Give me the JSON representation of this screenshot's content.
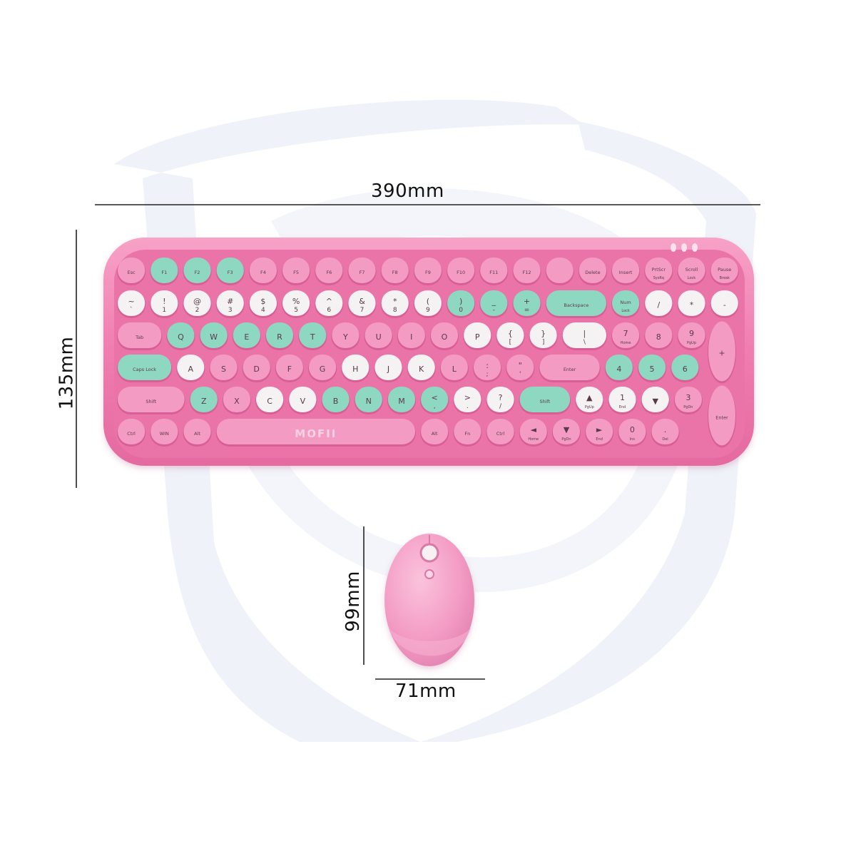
{
  "dimensions": {
    "keyboard_width": "390mm",
    "keyboard_height": "135mm",
    "mouse_height": "99mm",
    "mouse_width": "71mm"
  },
  "brand_logo": "MOFII",
  "colors": {
    "keyboard_body": "#f27fb0",
    "key_pink": "#f39bc2",
    "key_mint": "#8ed8c2",
    "key_white": "#f4f2f3",
    "watermark": "#eef2f8",
    "dimension_line": "#222222"
  },
  "keyboard": {
    "rows": [
      [
        {
          "l": "Esc",
          "s": "",
          "c": "pink"
        },
        {
          "l": "F1",
          "s": "",
          "c": "mint"
        },
        {
          "l": "F2",
          "s": "",
          "c": "mint"
        },
        {
          "l": "F3",
          "s": "",
          "c": "mint"
        },
        {
          "l": "F4",
          "s": "",
          "c": "pink"
        },
        {
          "l": "F5",
          "s": "",
          "c": "pink"
        },
        {
          "l": "F6",
          "s": "",
          "c": "pink"
        },
        {
          "l": "F7",
          "s": "",
          "c": "pink"
        },
        {
          "l": "F8",
          "s": "",
          "c": "pink"
        },
        {
          "l": "F9",
          "s": "",
          "c": "pink"
        },
        {
          "l": "F10",
          "s": "",
          "c": "pink"
        },
        {
          "l": "F11",
          "s": "",
          "c": "pink"
        },
        {
          "l": "F12",
          "s": "",
          "c": "pink"
        },
        {
          "l": "",
          "s": "",
          "c": "pink"
        },
        {
          "l": "Delete",
          "s": "",
          "c": "pink"
        },
        {
          "l": "Insert",
          "s": "",
          "c": "pink"
        },
        {
          "l": "PrtScr",
          "s": "SysRq",
          "c": "pink"
        },
        {
          "l": "Scroll",
          "s": "Lock",
          "c": "pink"
        },
        {
          "l": "Pause",
          "s": "Break",
          "c": "pink"
        }
      ],
      [
        {
          "l": "~",
          "s": "`",
          "c": "white"
        },
        {
          "l": "!",
          "s": "1",
          "c": "white"
        },
        {
          "l": "@",
          "s": "2",
          "c": "white"
        },
        {
          "l": "#",
          "s": "3",
          "c": "white"
        },
        {
          "l": "$",
          "s": "4",
          "c": "white"
        },
        {
          "l": "%",
          "s": "5",
          "c": "white"
        },
        {
          "l": "^",
          "s": "6",
          "c": "white"
        },
        {
          "l": "&",
          "s": "7",
          "c": "white"
        },
        {
          "l": "*",
          "s": "8",
          "c": "white"
        },
        {
          "l": "(",
          "s": "9",
          "c": "white"
        },
        {
          "l": ")",
          "s": "0",
          "c": "mint"
        },
        {
          "l": "_",
          "s": "-",
          "c": "mint"
        },
        {
          "l": "+",
          "s": "=",
          "c": "mint"
        },
        {
          "l": "Backspace",
          "s": "",
          "c": "mint",
          "w": 2
        },
        {
          "l": "Num",
          "s": "Lock",
          "c": "mint"
        },
        {
          "l": "/",
          "s": "",
          "c": "white"
        },
        {
          "l": "*",
          "s": "",
          "c": "white"
        },
        {
          "l": "-",
          "s": "",
          "c": "white"
        }
      ],
      [
        {
          "l": "Tab",
          "s": "",
          "c": "pink",
          "w": 1.5
        },
        {
          "l": "Q",
          "s": "",
          "c": "mint"
        },
        {
          "l": "W",
          "s": "",
          "c": "mint"
        },
        {
          "l": "E",
          "s": "",
          "c": "mint"
        },
        {
          "l": "R",
          "s": "",
          "c": "mint"
        },
        {
          "l": "T",
          "s": "",
          "c": "mint"
        },
        {
          "l": "Y",
          "s": "",
          "c": "pink"
        },
        {
          "l": "U",
          "s": "",
          "c": "pink"
        },
        {
          "l": "I",
          "s": "",
          "c": "pink"
        },
        {
          "l": "O",
          "s": "",
          "c": "pink"
        },
        {
          "l": "P",
          "s": "",
          "c": "white"
        },
        {
          "l": "{",
          "s": "[",
          "c": "white"
        },
        {
          "l": "}",
          "s": "]",
          "c": "white"
        },
        {
          "l": "|",
          "s": "\\",
          "c": "white",
          "w": 1.5
        },
        {
          "l": "7",
          "s": "Home",
          "c": "pink"
        },
        {
          "l": "8",
          "s": "",
          "c": "pink"
        },
        {
          "l": "9",
          "s": "PgUp",
          "c": "pink"
        }
      ],
      [
        {
          "l": "Caps Lock",
          "s": "",
          "c": "mint",
          "w": 1.8
        },
        {
          "l": "A",
          "s": "",
          "c": "white"
        },
        {
          "l": "S",
          "s": "",
          "c": "pink"
        },
        {
          "l": "D",
          "s": "",
          "c": "pink"
        },
        {
          "l": "F",
          "s": "",
          "c": "pink"
        },
        {
          "l": "G",
          "s": "",
          "c": "pink"
        },
        {
          "l": "H",
          "s": "",
          "c": "white"
        },
        {
          "l": "J",
          "s": "",
          "c": "white"
        },
        {
          "l": "K",
          "s": "",
          "c": "white"
        },
        {
          "l": "L",
          "s": "",
          "c": "pink"
        },
        {
          "l": ":",
          "s": ";",
          "c": "pink"
        },
        {
          "l": "\"",
          "s": "'",
          "c": "pink"
        },
        {
          "l": "Enter",
          "s": "",
          "c": "pink",
          "w": 2
        },
        {
          "l": "4",
          "s": "",
          "c": "mint"
        },
        {
          "l": "5",
          "s": "",
          "c": "mint"
        },
        {
          "l": "6",
          "s": "",
          "c": "mint"
        }
      ],
      [
        {
          "l": "Shift",
          "s": "",
          "c": "pink",
          "w": 2.2
        },
        {
          "l": "Z",
          "s": "",
          "c": "mint"
        },
        {
          "l": "X",
          "s": "",
          "c": "pink"
        },
        {
          "l": "C",
          "s": "",
          "c": "white"
        },
        {
          "l": "V",
          "s": "",
          "c": "white"
        },
        {
          "l": "B",
          "s": "",
          "c": "mint"
        },
        {
          "l": "N",
          "s": "",
          "c": "mint"
        },
        {
          "l": "M",
          "s": "",
          "c": "mint"
        },
        {
          "l": "<",
          "s": ",",
          "c": "mint"
        },
        {
          "l": ">",
          "s": ".",
          "c": "white"
        },
        {
          "l": "?",
          "s": "/",
          "c": "white"
        },
        {
          "l": "Shift",
          "s": "",
          "c": "mint",
          "w": 1.7
        },
        {
          "l": "▲",
          "s": "PgUp",
          "c": "white"
        },
        {
          "l": "1",
          "s": "End",
          "c": "white"
        },
        {
          "l": "▼",
          "s": "",
          "c": "white"
        },
        {
          "l": "3",
          "s": "PgDn",
          "c": "pink"
        }
      ],
      [
        {
          "l": "Ctrl",
          "s": "",
          "c": "pink"
        },
        {
          "l": "WIN",
          "s": "",
          "c": "pink"
        },
        {
          "l": "Alt",
          "s": "",
          "c": "pink"
        },
        {
          "l": "",
          "s": "",
          "c": "pink",
          "w": 6.2,
          "logo": true
        },
        {
          "l": "Alt",
          "s": "",
          "c": "pink"
        },
        {
          "l": "Fn",
          "s": "",
          "c": "pink"
        },
        {
          "l": "Ctrl",
          "s": "",
          "c": "pink"
        },
        {
          "l": "◄",
          "s": "Home",
          "c": "pink"
        },
        {
          "l": "▼",
          "s": "PgDn",
          "c": "pink"
        },
        {
          "l": "►",
          "s": "End",
          "c": "pink"
        },
        {
          "l": "0",
          "s": "Ins",
          "c": "pink"
        },
        {
          "l": ".",
          "s": "Del",
          "c": "pink"
        }
      ]
    ],
    "tall_keys": [
      {
        "l": "+",
        "c": "pink"
      },
      {
        "l": "Enter",
        "c": "pink"
      }
    ]
  }
}
